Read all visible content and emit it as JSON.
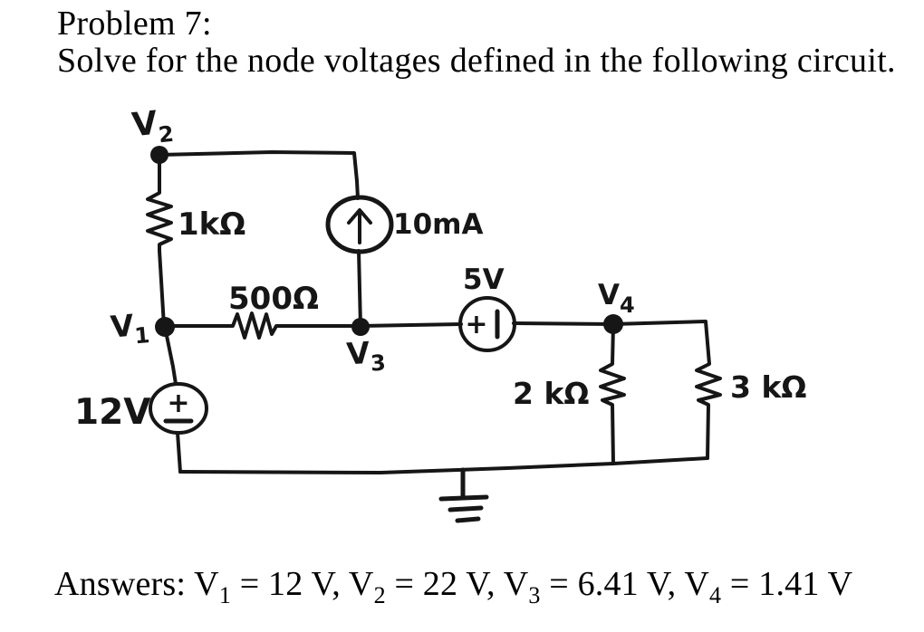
{
  "problem": {
    "title": "Problem 7:",
    "subtitle": "Solve for the node voltages defined in the following circuit."
  },
  "circuit": {
    "nodes": {
      "v1": {
        "sym": "V",
        "sub": "1"
      },
      "v2": {
        "sym": "V",
        "sub": "2"
      },
      "v3": {
        "sym": "V",
        "sub": "3"
      },
      "v4": {
        "sym": "V",
        "sub": "4"
      }
    },
    "components": {
      "r1": {
        "type": "resistor",
        "label": "1kΩ"
      },
      "r2": {
        "type": "resistor",
        "label": "500Ω"
      },
      "r3": {
        "type": "resistor",
        "label": "2 kΩ"
      },
      "r4": {
        "type": "resistor",
        "label": "3 kΩ"
      },
      "cs1": {
        "type": "current-source",
        "label": "10mA"
      },
      "vs1": {
        "type": "voltage-source",
        "label": "5V"
      },
      "vs2": {
        "type": "voltage-source",
        "label": "12V"
      }
    },
    "marks": {
      "plus": "+"
    },
    "colors": {
      "ink": "#161616",
      "paper": "#ffffff"
    }
  },
  "answers": {
    "prefix": "Answers: ",
    "items": [
      {
        "sym": "V",
        "sub": "1",
        "rest": " = 12 V, "
      },
      {
        "sym": "V",
        "sub": "2",
        "rest": " = 22 V, "
      },
      {
        "sym": "V",
        "sub": "3",
        "rest": " = 6.41 V, "
      },
      {
        "sym": "V",
        "sub": "4",
        "rest": " = 1.41 V"
      }
    ]
  }
}
